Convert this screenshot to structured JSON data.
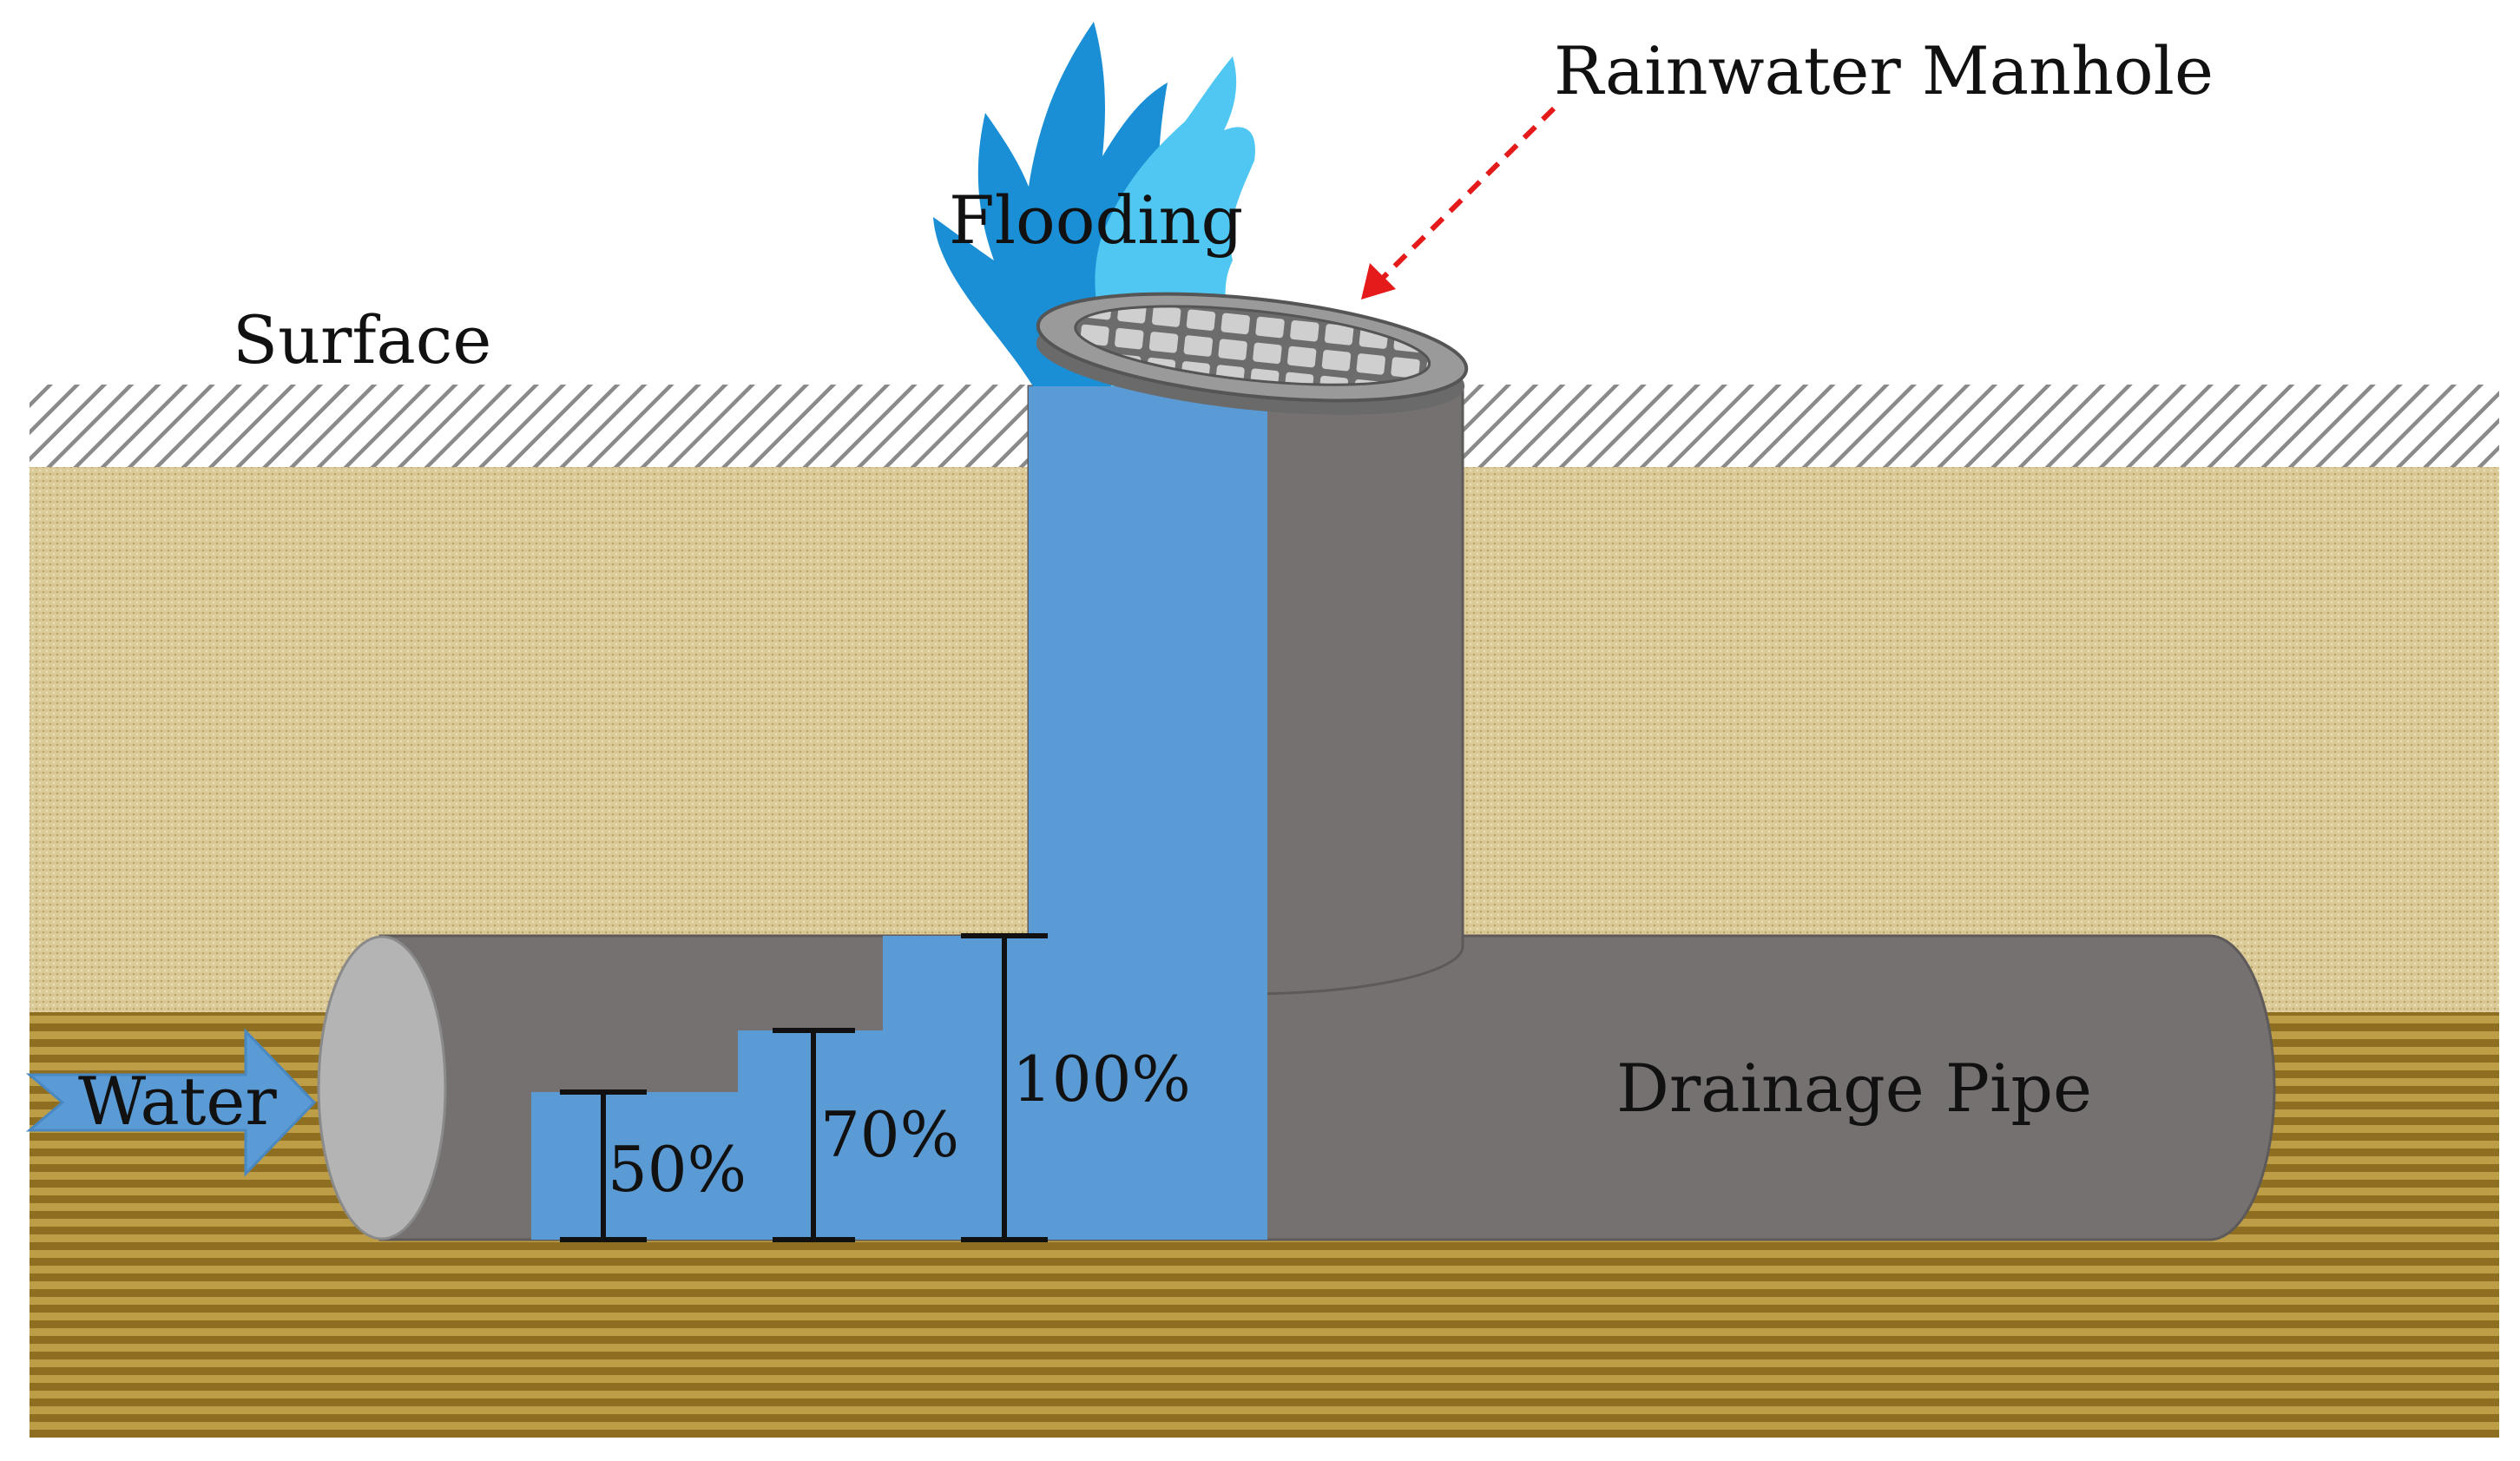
{
  "labels": {
    "surface": "Surface",
    "flooding": "Flooding",
    "manhole": "Rainwater Manhole",
    "water": "Water",
    "pipe": "Drainage Pipe"
  },
  "fill_levels": [
    {
      "label": "50%",
      "value": 0.5
    },
    {
      "label": "70%",
      "value": 0.7
    },
    {
      "label": "100%",
      "value": 1.0
    }
  ],
  "colors": {
    "water": "#5b9bd5",
    "pipe": "#767171",
    "pipe_end": "#b4b4b4",
    "soil_top": "#d8c590",
    "soil_bottom": "#a3852f",
    "hatch": "#808080",
    "splash_dark": "#1b8fd6",
    "splash_light": "#4fc7f2",
    "leader_arrow": "#e51a1a"
  },
  "icons": {
    "water_arrow": "right-arrow-icon",
    "leader": "dashed-arrow-icon"
  }
}
